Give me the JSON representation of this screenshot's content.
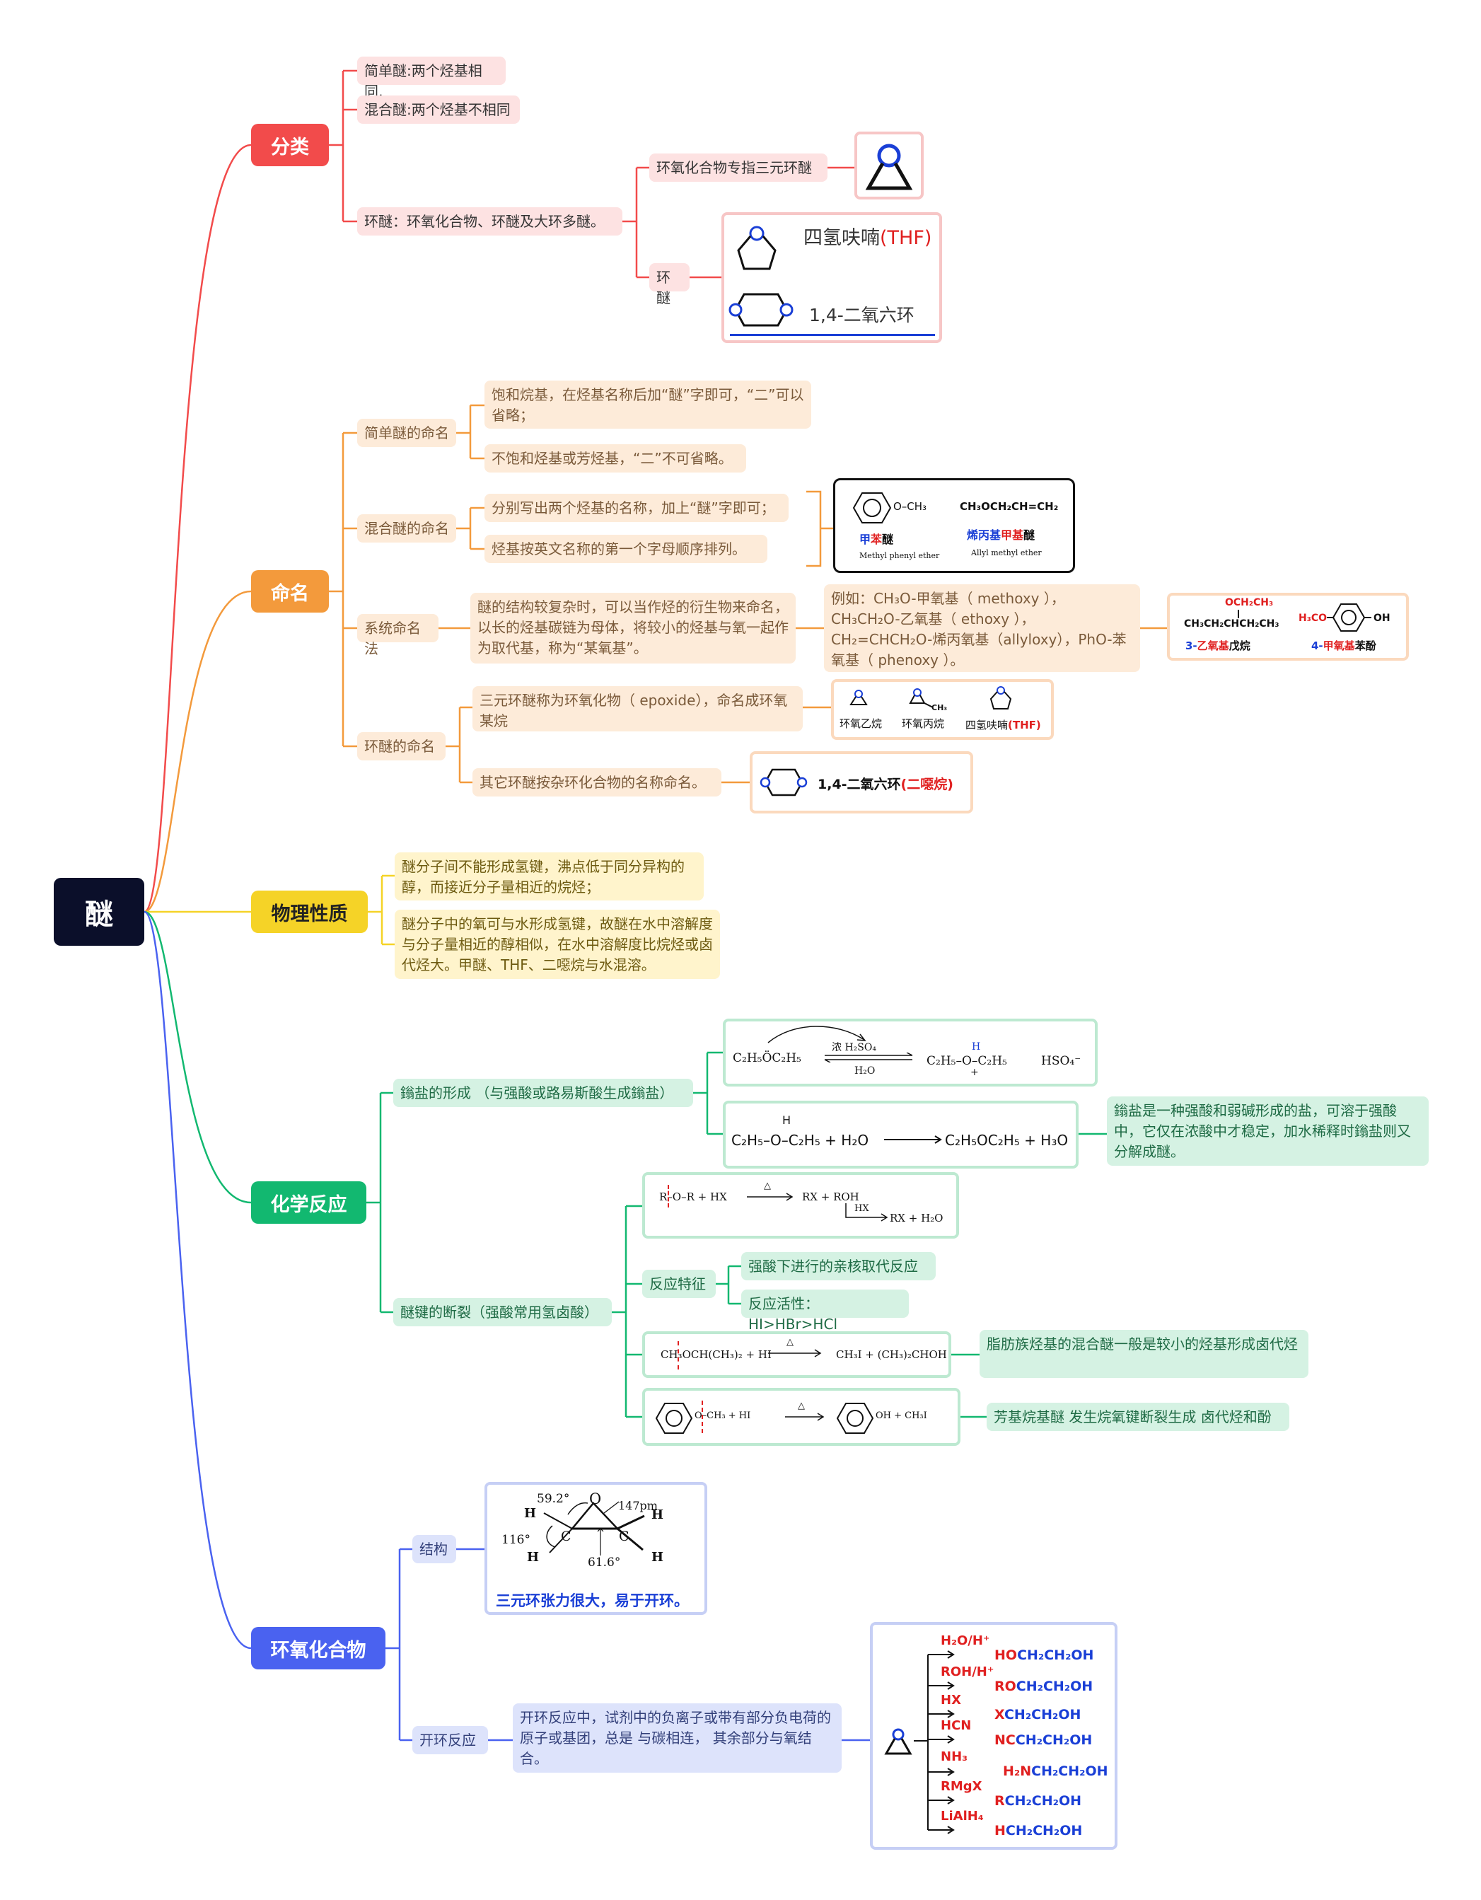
{
  "root": {
    "label": "醚"
  },
  "colors": {
    "classify": "#f24b4b",
    "naming": "#f39a3c",
    "physical": "#f5d327",
    "reaction": "#12b870",
    "epoxide": "#4a62f0"
  },
  "classify": {
    "label": "分类",
    "simple": "简单醚:两个烃基相同,",
    "mixed": "混合醚:两个烃基不相同",
    "cyclic": "环醚：环氧化合物、环醚及大环多醚。",
    "epoxide_note": "环氧化合物专指三元环醚",
    "cyclic_ether": "环醚",
    "thf_label": "四氢呋喃",
    "thf_abbr": "(THF)",
    "dioxane_label": "1,4-二氧六环"
  },
  "naming": {
    "label": "命名",
    "simple_label": "简单醚的命名",
    "simple_rule1": "饱和烷基，在烃基名称后加“醚”字即可，“二”可以省略；",
    "simple_rule2": "不饱和烃基或芳烃基，“二”不可省略。",
    "mixed_label": "混合醚的命名",
    "mixed_rule1": "分别写出两个烃基的名称，加上“醚”字即可；",
    "mixed_rule2": "烃基按英文名称的第一个字母顺序排列。",
    "ex1_formula": "O–CH₃",
    "ex1_name_a": "甲",
    "ex1_name_b": "苯",
    "ex1_name_c": "醚",
    "ex1_en": "Methyl phenyl ether",
    "ex2_formula": "CH₃OCH₂CH=CH₂",
    "ex2_name_a": "烯丙基",
    "ex2_name_b": "甲基",
    "ex2_name_c": "醚",
    "ex2_en": "Allyl methyl ether",
    "system_label": "系统命名法",
    "system_rule": "醚的结构较复杂时，可以当作烃的衍生物来命名，以长的烃基碳链为母体，将较小的烃基与氧一起作为取代基，称为“某氧基”。",
    "system_example": "例如：CH₃O-甲氧基（ methoxy ），CH₃CH₂O-乙氧基（ ethoxy ）， CH₂=CHCH₂O-烯丙氧基（allyloxy），PhO-苯氧基（ phenoxy ）。",
    "sys_ex1_top": "OCH₂CH₃",
    "sys_ex1_chain": "CH₃CH₂CHCH₂CH₃",
    "sys_ex1_name_a": "3-",
    "sys_ex1_name_b": "乙氧基",
    "sys_ex1_name_c": "戊烷",
    "sys_ex2_left": "H₃CO",
    "sys_ex2_right": "OH",
    "sys_ex2_name_a": "4-",
    "sys_ex2_name_b": "甲氧基",
    "sys_ex2_name_c": "苯酚",
    "cyclic_label": "环醚的命名",
    "cyclic_rule1": "三元环醚称为环氧化物（ epoxide），命名成环氧某烷",
    "cyclic_rule2": "其它环醚按杂环化合物的名称命名。",
    "cyc_ex1": "环氧乙烷",
    "cyc_ex2": "环氧丙烷",
    "cyc_ex2_sub": "CH₃",
    "cyc_ex3": "四氢呋喃",
    "cyc_ex3_abbr": "(THF)",
    "dioxane_name": "1,4-二氧六环",
    "dioxane_alt": "(二噁烷)"
  },
  "physical": {
    "label": "物理性质",
    "p1": "醚分子间不能形成氢键，沸点低于同分异构的醇，而接近分子量相近的烷烃；",
    "p2": "醚分子中的氧可与水形成氢键，故醚在水中溶解度与分子量相近的醇相似，在水中溶解度比烷烃或卤代烃大。甲醚、THF、二噁烷与水混溶。"
  },
  "reaction": {
    "label": "化学反应",
    "oxonium_label": "鎓盐的形成 （与强酸或路易斯酸生成鎓盐）",
    "eq1_left": "C₂H₅ÖC₂H₅",
    "eq1_cond_top": "浓 H₂SO₄",
    "eq1_cond_bot": "H₂O",
    "eq1_right": "C₂H₅–O–C₂H₅",
    "eq1_plus": "+",
    "eq1_h": "H",
    "eq1_ion": "HSO₄⁻",
    "eq2_left": "C₂H₅–O–C₂H₅ + H₂O",
    "eq2_h": "H",
    "eq2_right": "C₂H₅OC₂H₅ + H₃O",
    "oxonium_note": "鎓盐是一种强酸和弱碱形成的盐，可溶于强酸中，它仅在浓酸中才稳定，加水稀释时鎓盐则又分解成醚。",
    "cleavage_label": "醚键的断裂（强酸常用氢卤酸）",
    "cl_eq1_left": "R–O–R + HX",
    "cl_eq1_right": "RX + ROH",
    "cl_eq1_step": "HX",
    "cl_eq1_final": "RX + H₂O",
    "heat": "△",
    "feature_label": "反应特征",
    "feature1": "强酸下进行的亲核取代反应",
    "feature2": "反应活性：HI>HBr>HCl",
    "cl_eq2_left": "CH₃OCH(CH₃)₂ + HI",
    "cl_eq2_right": "CH₃I + (CH₃)₂CHOH",
    "cl_note2": "脂肪族烃基的混合醚一般是较小的烃基形成卤代烃",
    "cl_eq3_left": "O–CH₃  +  HI",
    "cl_eq3_right": "OH  +  CH₃I",
    "cl_note3": "芳基烷基醚 发生烷氧键断裂生成 卤代烃和酚"
  },
  "epoxide": {
    "label": "环氧化合物",
    "structure_label": "结构",
    "ang1": "59.2°",
    "bond": "147pm",
    "ang2": "116°",
    "ang3": "61.6°",
    "atom_o": "O",
    "atom_c": "C",
    "atom_h": "H",
    "strain_note": "三元环张力很大，易于开环。",
    "open_label": "开环反应",
    "open_rule": "开环反应中，试剂中的负离子或带有部分负电荷的原子或基团，总是 与碳相连， 其余部分与氧结合。",
    "reagents": [
      {
        "reagent": "H₂O/H⁺",
        "prefix": "HO",
        "product": "CH₂CH₂OH"
      },
      {
        "reagent": "ROH/H⁺",
        "prefix": "RO",
        "product": "CH₂CH₂OH"
      },
      {
        "reagent": "HX",
        "prefix": "X",
        "product": "CH₂CH₂OH"
      },
      {
        "reagent": "HCN",
        "prefix": "NC",
        "product": "CH₂CH₂OH"
      },
      {
        "reagent": "NH₃",
        "prefix": "H₂N",
        "product": "CH₂CH₂OH"
      },
      {
        "reagent": "RMgX",
        "prefix": "R",
        "product": "CH₂CH₂OH"
      },
      {
        "reagent": "LiAlH₄",
        "prefix": "H",
        "product": "CH₂CH₂OH"
      }
    ]
  }
}
